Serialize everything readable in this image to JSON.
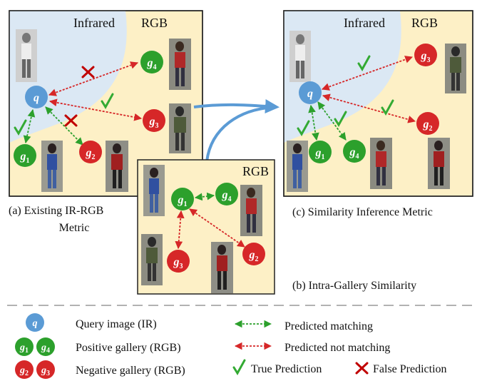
{
  "panel_a": {
    "label_infrared": "Infrared",
    "label_rgb": "RGB",
    "caption_line1": "(a) Existing IR-RGB",
    "caption_line2": "Metric"
  },
  "panel_b": {
    "label_rgb": "RGB",
    "caption": "(b) Intra-Gallery Similarity"
  },
  "panel_c": {
    "label_infrared": "Infrared",
    "label_rgb": "RGB",
    "caption": "(c) Similarity Inference Metric"
  },
  "nodes": {
    "q": {
      "main": "q",
      "sub": ""
    },
    "g1": {
      "main": "g",
      "sub": "1"
    },
    "g2": {
      "main": "g",
      "sub": "2"
    },
    "g3": {
      "main": "g",
      "sub": "3"
    },
    "g4": {
      "main": "g",
      "sub": "4"
    }
  },
  "legend": {
    "query": "Query image (IR)",
    "positive": "Positive gallery (RGB)",
    "negative": "Negative gallery (RGB)",
    "predicted_matching": "Predicted matching",
    "predicted_not_matching": "Predicted not matching",
    "true_prediction": "True Prediction",
    "false_prediction": "False Prediction"
  },
  "colors": {
    "query": "#5b9bd5",
    "positive": "#2ca02c",
    "negative": "#d62728",
    "rgb_bg": "#fdf0c6",
    "ir_bg": "#dbe8f4",
    "match_arrow": "#2ca02c",
    "nomatch_arrow": "#d62728",
    "tick": "#33aa33",
    "cross": "#c00000",
    "flow_arrow": "#5b9bd5"
  },
  "icons": [
    "check-icon",
    "cross-icon",
    "person-photo"
  ]
}
